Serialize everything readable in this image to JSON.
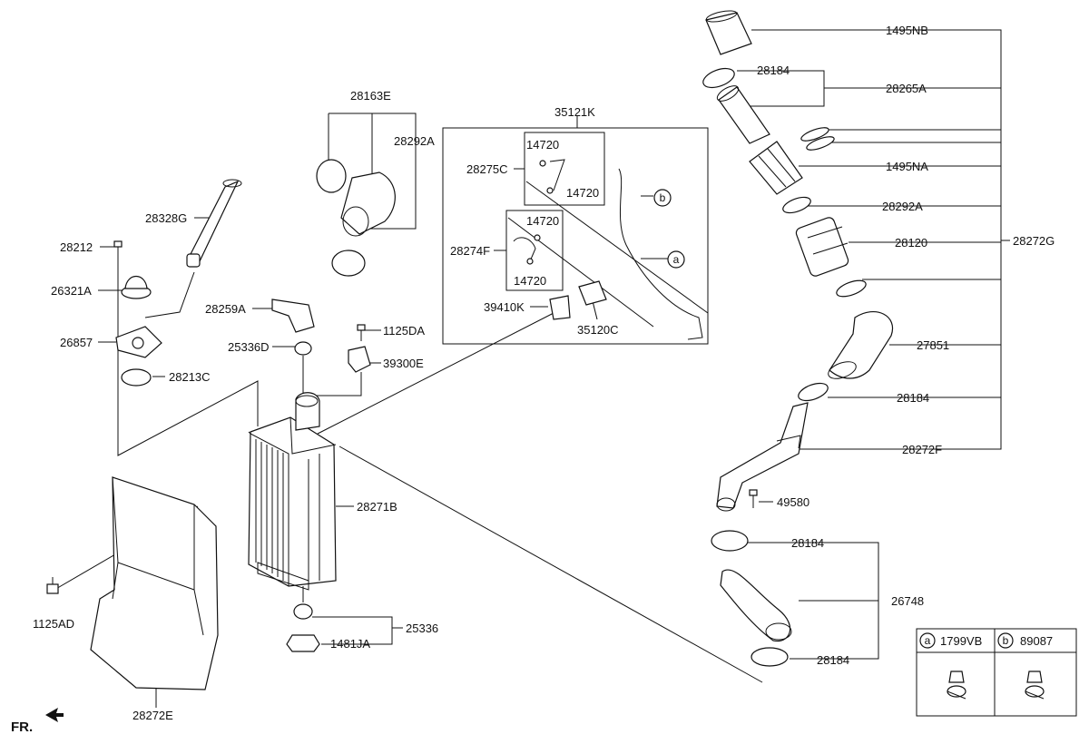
{
  "labels": {
    "p1495NB": "1495NB",
    "p28184_top": "28184",
    "p28265A": "28265A",
    "p1495NA": "1495NA",
    "p28292A_right": "28292A",
    "p28120": "28120",
    "p28272G": "28272G",
    "p27851": "27851",
    "p28184_mid": "28184",
    "p28272F": "28272F",
    "p49580": "49580",
    "p28184_low1": "28184",
    "p26748": "26748",
    "p28184_low2": "28184",
    "p35121K": "35121K",
    "p14720_a": "14720",
    "p28275C": "28275C",
    "p14720_b": "14720",
    "p14720_c": "14720",
    "p28274F": "28274F",
    "p14720_d": "14720",
    "p39410K": "39410K",
    "p35120C": "35120C",
    "p28163E": "28163E",
    "p28292A_left": "28292A",
    "p28328G": "28328G",
    "p28212": "28212",
    "p26321A": "26321A",
    "p26857": "26857",
    "p28213C": "28213C",
    "p28259A": "28259A",
    "p25336D": "25336D",
    "p1125DA": "1125DA",
    "p39300E": "39300E",
    "p28271B": "28271B",
    "p1125AD": "1125AD",
    "p25336": "25336",
    "p1481JA": "1481JA",
    "p28272E": "28272E",
    "fr": "FR."
  },
  "callouts": {
    "a": "a",
    "b": "b"
  },
  "legend": {
    "a_marker": "a",
    "a_part": "1799VB",
    "b_marker": "b",
    "b_part": "89087"
  }
}
